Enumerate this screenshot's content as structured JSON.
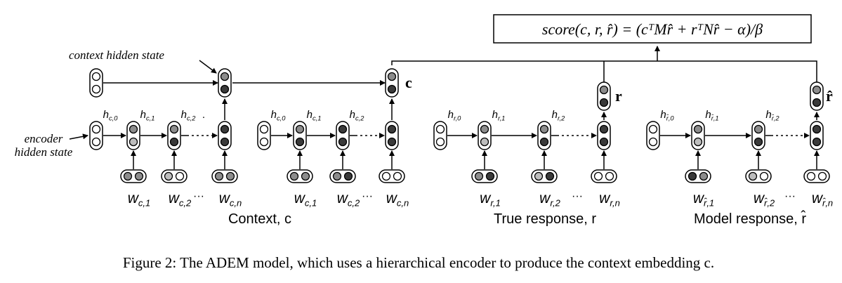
{
  "score_formula": "score(c, r, r̂) = (cᵀMr̂ + rᵀNr̂ − α)/β",
  "annotations": {
    "context_hidden_state": "context hidden state",
    "encoder_hidden_state_line1": "encoder",
    "encoder_hidden_state_line2": "hidden state"
  },
  "vector_labels": {
    "c": "c",
    "r": "r",
    "r_hat": "r̂"
  },
  "sections": {
    "context": {
      "caption": "Context, c",
      "blocks": [
        {
          "h_labels": [
            "hc,0",
            "hc,1",
            "hc,2",
            "."
          ],
          "word_labels": [
            "wc,1",
            "wc,2",
            "wc,n"
          ],
          "ellipsis": "···"
        },
        {
          "h_labels": [
            "hc,0",
            "hc,1",
            "hc,2"
          ],
          "word_labels": [
            "wc,1",
            "wc,2",
            "wc,n"
          ],
          "ellipsis": "···"
        }
      ]
    },
    "true_response": {
      "caption": "True response, r",
      "h_labels": [
        "hr,0",
        "hr,1",
        "hr,2"
      ],
      "word_labels": [
        "wr,1",
        "wr,2",
        "wr,n"
      ],
      "ellipsis": "···"
    },
    "model_response": {
      "caption": "Model response, r̂",
      "h_labels": [
        "hr̂,0",
        "hr̂,1",
        "hr̂,2"
      ],
      "word_labels": [
        "wr̂,1",
        "wr̂,2",
        "wr̂,n"
      ],
      "ellipsis": "···"
    }
  },
  "figure_caption": "Figure 2:  The ADEM model, which uses a hierarchical encoder to produce the context embedding c.",
  "colors": {
    "dark_unit": "#3a3a3a",
    "mid_unit": "#8c8c8c",
    "light_unit": "#bdbdbd",
    "empty_unit": "#ffffff",
    "stroke": "#000000"
  }
}
